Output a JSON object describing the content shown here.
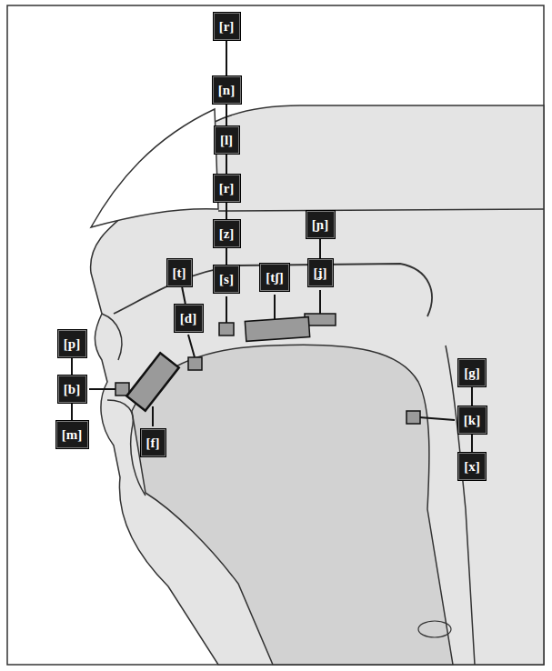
{
  "diagram": {
    "nodes": [
      {
        "text": [
          "[r]"
        ]
      },
      {
        "text": [
          "[n]"
        ]
      },
      {
        "text": [
          "[l]"
        ]
      },
      {
        "text": [
          "[r]"
        ]
      },
      {
        "text": [
          "[z]"
        ]
      },
      {
        "text": [
          "[s]"
        ]
      },
      {
        "text": [
          "[ɲ]"
        ]
      },
      {
        "text": [
          "[ʝ]"
        ]
      },
      {
        "text": [
          "[tʃ]"
        ]
      },
      {
        "text": [
          "[t]"
        ]
      },
      {
        "text": [
          "[d]"
        ]
      },
      {
        "text": [
          "[p]"
        ]
      },
      {
        "text": [
          "[b]"
        ]
      },
      {
        "text": [
          "[m]"
        ]
      },
      {
        "text": [
          "[f]"
        ]
      },
      {
        "text": [
          "[g]"
        ]
      },
      {
        "text": [
          "[k]"
        ]
      },
      {
        "text": [
          "[x]"
        ]
      }
    ],
    "edges": [
      {
        "from": 0,
        "to": 1,
        "arrow": "none"
      },
      {
        "from": 1,
        "to": 2,
        "arrow": "none"
      },
      {
        "from": 2,
        "to": 3,
        "arrow": "none"
      },
      {
        "from": 3,
        "to": 4,
        "arrow": "none"
      },
      {
        "from": 4,
        "to": 5,
        "arrow": "none"
      },
      {
        "from": 6,
        "to": 7,
        "arrow": "none"
      },
      {
        "from": 9,
        "to": 10,
        "arrow": "none"
      },
      {
        "from": 11,
        "to": 12,
        "arrow": "none"
      },
      {
        "from": 12,
        "to": 13,
        "arrow": "none"
      },
      {
        "from": 15,
        "to": 16,
        "arrow": "none"
      },
      {
        "from": 16,
        "to": 17,
        "arrow": "none"
      }
    ]
  }
}
